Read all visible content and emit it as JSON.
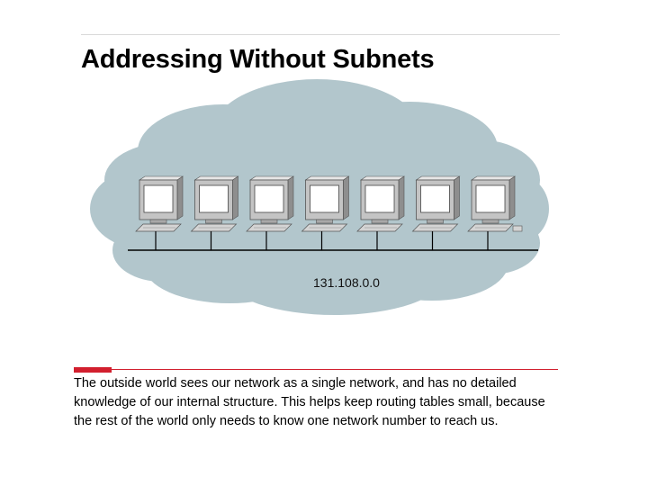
{
  "slide": {
    "title": "Addressing Without Subnets",
    "network_label": "131.108.0.0",
    "body_text": "The outside world sees our network as a single network, and has no detailed knowledge of our internal structure. This helps keep routing tables small, because the rest of the world only needs to know one network number to reach us."
  },
  "diagram": {
    "hosts": 7,
    "icon": "desktop-computer-icon",
    "colors": {
      "cloud_fill": "#b2c6cc",
      "cloud_edge": "#9fb5bb",
      "accent": "#d21f2e",
      "monitor_body": "#c4c4c4",
      "screen": "#ffffff",
      "bus": "#000000"
    }
  }
}
